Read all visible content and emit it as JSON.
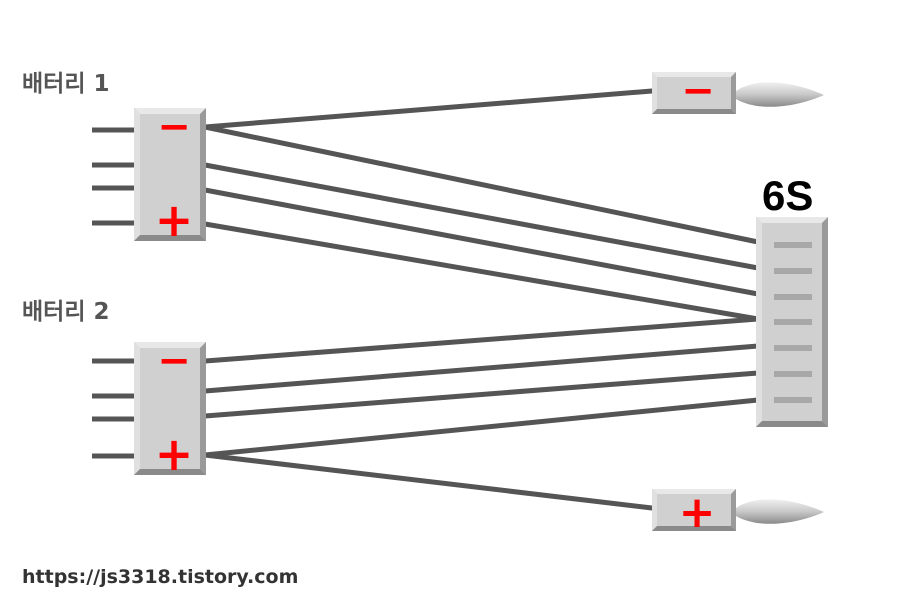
{
  "labels": {
    "battery1": "배터리 1",
    "battery2": "배터리 2",
    "balance_connector": "6S",
    "source_url": "https://js3318.tistory.com"
  },
  "symbols": {
    "minus": "−",
    "plus": "+"
  },
  "colors": {
    "wire": "#555555",
    "connector_body": "#d0d0d0",
    "sign": "#ff0000",
    "label": "#555555"
  }
}
